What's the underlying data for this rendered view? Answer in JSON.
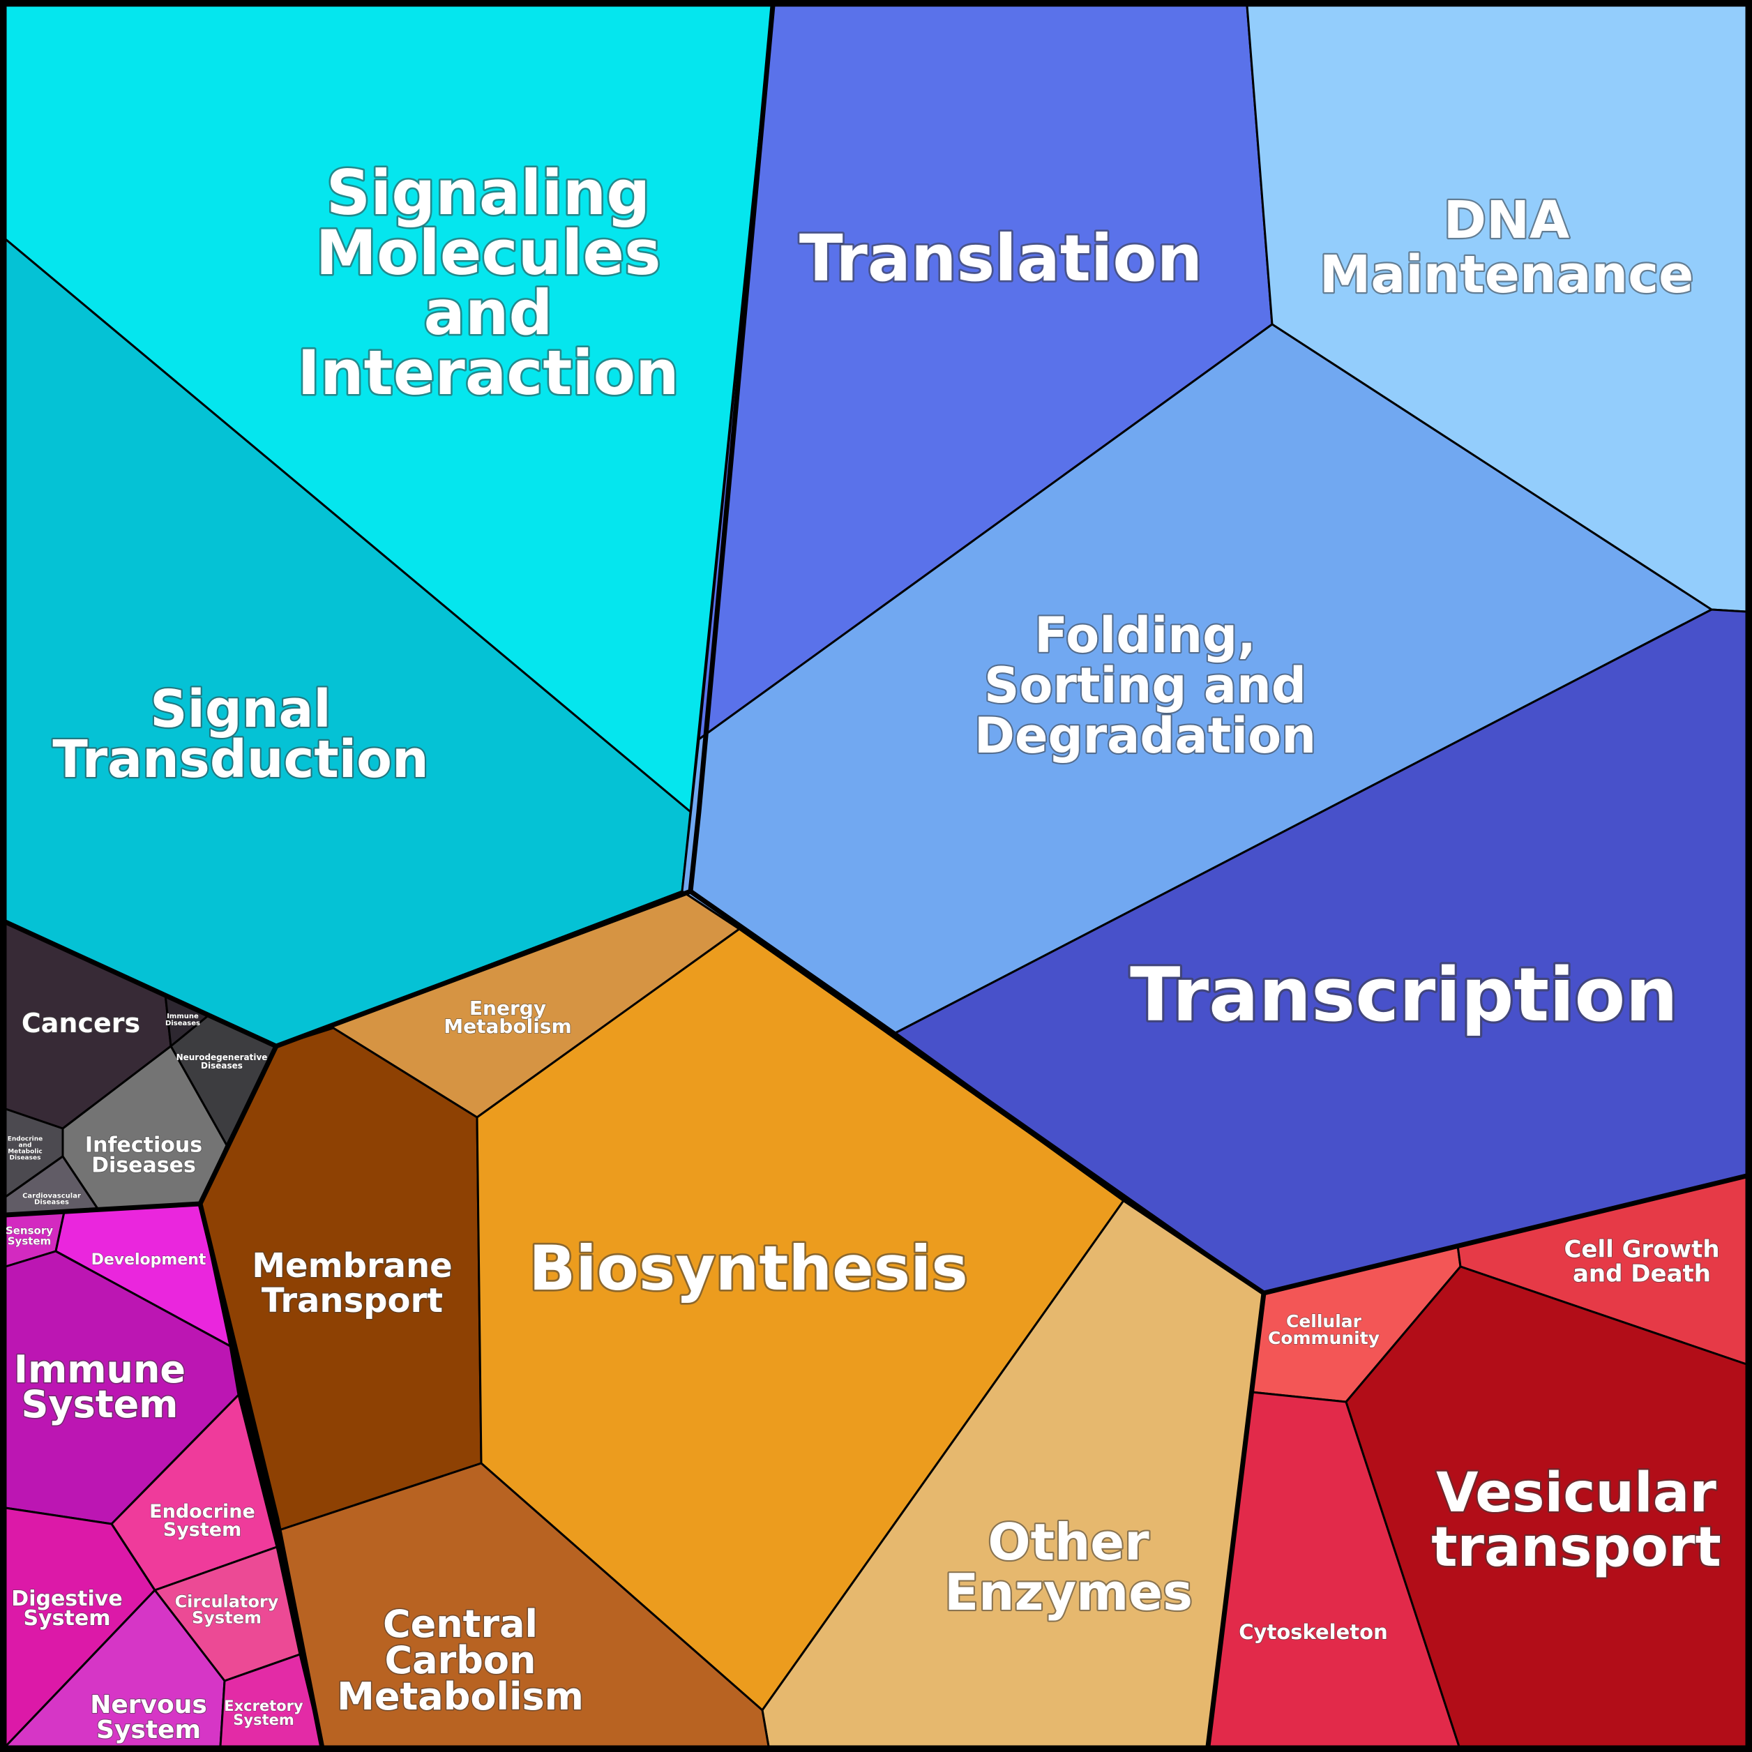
{
  "cells": [
    {
      "id": "signaling-molecules",
      "label": "Signaling Molecules and Interaction",
      "lines": [
        "Signaling",
        "Molecules",
        "and",
        "Interaction"
      ],
      "color": "#05E6EE"
    },
    {
      "id": "signal-transduction",
      "label": "Signal Transduction",
      "lines": [
        "Signal",
        "Transduction"
      ],
      "color": "#05C2D5"
    },
    {
      "id": "translation",
      "label": "Translation",
      "lines": [
        "Translation"
      ],
      "color": "#5A72EA"
    },
    {
      "id": "dna-maintenance",
      "label": "DNA Maintenance",
      "lines": [
        "DNA",
        "Maintenance"
      ],
      "color": "#93CDFC"
    },
    {
      "id": "folding",
      "label": "Folding, Sorting and Degradation",
      "lines": [
        "Folding,",
        "Sorting and",
        "Degradation"
      ],
      "color": "#71A8F1"
    },
    {
      "id": "transcription",
      "label": "Transcription",
      "lines": [
        "Transcription"
      ],
      "color": "#4851CA"
    },
    {
      "id": "energy-metabolism",
      "label": "Energy Metabolism",
      "lines": [
        "Energy",
        "Metabolism"
      ],
      "color": "#D69443"
    },
    {
      "id": "membrane-transport",
      "label": "Membrane Transport",
      "lines": [
        "Membrane",
        "Transport"
      ],
      "color": "#8E4103"
    },
    {
      "id": "biosynthesis",
      "label": "Biosynthesis",
      "lines": [
        "Biosynthesis"
      ],
      "color": "#EC9C1E"
    },
    {
      "id": "other-enzymes",
      "label": "Other Enzymes",
      "lines": [
        "Other",
        "Enzymes"
      ],
      "color": "#E6B86E"
    },
    {
      "id": "central-carbon",
      "label": "Central Carbon Metabolism",
      "lines": [
        "Central",
        "Carbon",
        "Metabolism"
      ],
      "color": "#B86322"
    },
    {
      "id": "cancers",
      "label": "Cancers",
      "lines": [
        "Cancers"
      ],
      "color": "#372A36"
    },
    {
      "id": "immune-diseases",
      "label": "Immune Diseases",
      "lines": [
        "Immune",
        "Diseases"
      ],
      "color": "#2D2730"
    },
    {
      "id": "neurodegenerative",
      "label": "Neurodegenerative Diseases",
      "lines": [
        "Neurodegenerative",
        "Diseases"
      ],
      "color": "#3D3D40"
    },
    {
      "id": "infectious",
      "label": "Infectious Diseases",
      "lines": [
        "Infectious",
        "Diseases"
      ],
      "color": "#747474"
    },
    {
      "id": "endocrine-metabolic",
      "label": "Endocrine and Metabolic Diseases",
      "lines": [
        "Endocrine",
        "and",
        "Metabolic",
        "Diseases"
      ],
      "color": "#4C4A50"
    },
    {
      "id": "cardiovascular",
      "label": "Cardiovascular Diseases",
      "lines": [
        "Cardiovascular",
        "Diseases"
      ],
      "color": "#615C66"
    },
    {
      "id": "sensory-system",
      "label": "Sensory System",
      "lines": [
        "Sensory",
        "System"
      ],
      "color": "#D32AC0"
    },
    {
      "id": "development",
      "label": "Development",
      "lines": [
        "Development"
      ],
      "color": "#EA26DD"
    },
    {
      "id": "immune-system",
      "label": "Immune System",
      "lines": [
        "Immune",
        "System"
      ],
      "color": "#BC16B3"
    },
    {
      "id": "endocrine-system",
      "label": "Endocrine System",
      "lines": [
        "Endocrine",
        "System"
      ],
      "color": "#EF3B9B"
    },
    {
      "id": "digestive-system",
      "label": "Digestive System",
      "lines": [
        "Digestive",
        "System"
      ],
      "color": "#DC19A8"
    },
    {
      "id": "circulatory-system",
      "label": "Circulatory System",
      "lines": [
        "Circulatory",
        "System"
      ],
      "color": "#EC4A95"
    },
    {
      "id": "nervous-system",
      "label": "Nervous System",
      "lines": [
        "Nervous",
        "System"
      ],
      "color": "#D636C6"
    },
    {
      "id": "excretory-system",
      "label": "Excretory System",
      "lines": [
        "Excretory",
        "System"
      ],
      "color": "#E32BA6"
    },
    {
      "id": "cellular-community",
      "label": "Cellular Community",
      "lines": [
        "Cellular",
        "Community"
      ],
      "color": "#F35656"
    },
    {
      "id": "cell-growth",
      "label": "Cell Growth and Death",
      "lines": [
        "Cell Growth",
        "and Death"
      ],
      "color": "#E63A47"
    },
    {
      "id": "cytoskeleton",
      "label": "Cytoskeleton",
      "lines": [
        "Cytoskeleton"
      ],
      "color": "#E22A4A"
    },
    {
      "id": "vesicular-transport",
      "label": "Vesicular transport",
      "lines": [
        "Vesicular",
        "transport"
      ],
      "color": "#B20D18"
    }
  ]
}
